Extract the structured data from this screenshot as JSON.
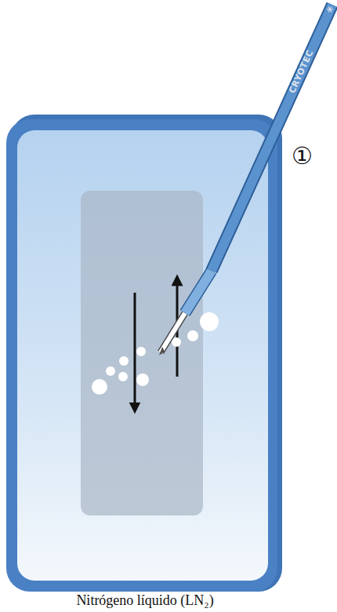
{
  "diagram": {
    "caption": "Nitrógeno líquido (LN₂)",
    "labels": [
      "CRYOTEC",
      "①"
    ]
  }
}
